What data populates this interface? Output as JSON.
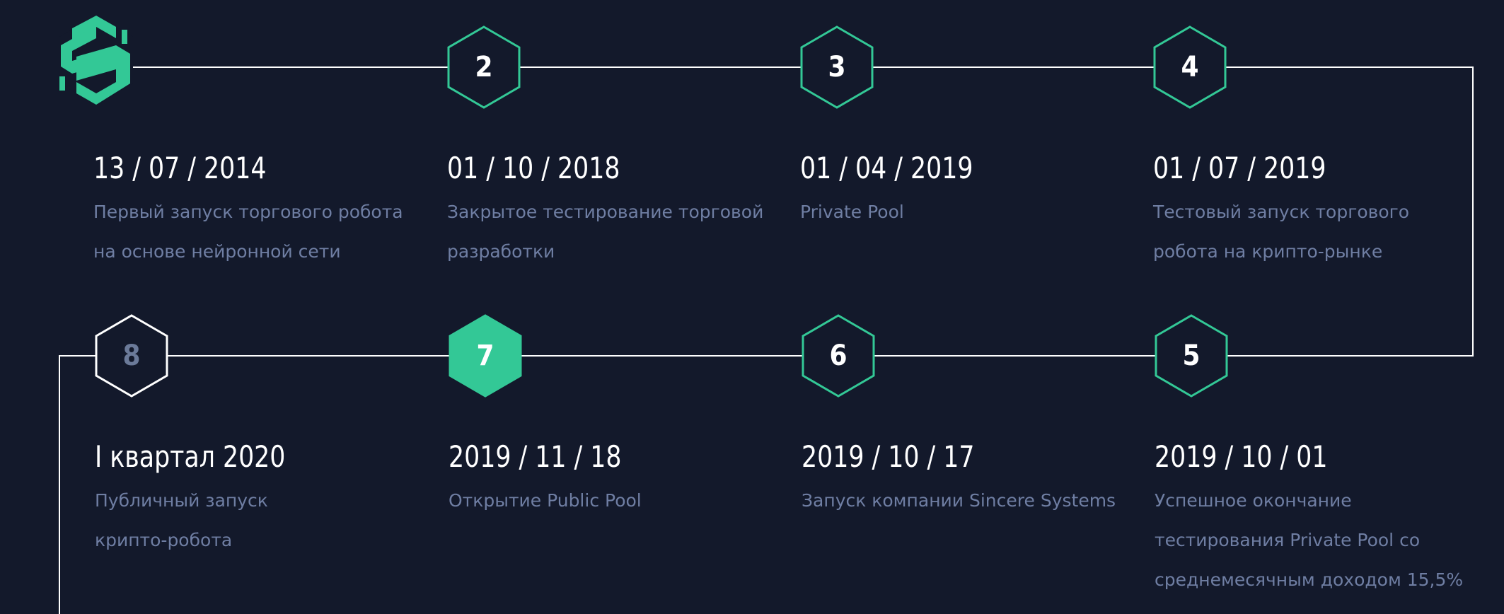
{
  "colors": {
    "background": "#13192b",
    "accent": "#33c896",
    "line": "#ffffff",
    "muted_text": "#6f7ea3"
  },
  "logo": {
    "icon": "sincere-systems-logo-icon"
  },
  "milestones": [
    {
      "number": "",
      "date": "13 / 07 / 2014",
      "lines": [
        "Первый запуск торгового робота",
        "на основе нейронной сети"
      ]
    },
    {
      "number": "2",
      "date": "01 / 10 / 2018",
      "lines": [
        "Закрытое тестирование торговой",
        "разработки"
      ]
    },
    {
      "number": "3",
      "date": "01 / 04 / 2019",
      "lines": [
        "Private Pool"
      ]
    },
    {
      "number": "4",
      "date": "01 / 07 / 2019",
      "lines": [
        "Тестовый запуск торгового",
        "робота на крипто-рынке"
      ]
    },
    {
      "number": "5",
      "date": "2019 / 10 / 01",
      "lines": [
        "Успешное окончание",
        "тестирования Private Pool со",
        "среднемесячным доходом 15,5%"
      ]
    },
    {
      "number": "6",
      "date": "2019 / 10 / 17",
      "lines": [
        "Запуск компании Sincere Systems"
      ]
    },
    {
      "number": "7",
      "date": "2019 / 11 / 18",
      "lines": [
        "Открытие Public Pool"
      ]
    },
    {
      "number": "8",
      "date": "I квартал 2020",
      "lines": [
        "Публичный запуск",
        "крипто-робота"
      ]
    }
  ]
}
